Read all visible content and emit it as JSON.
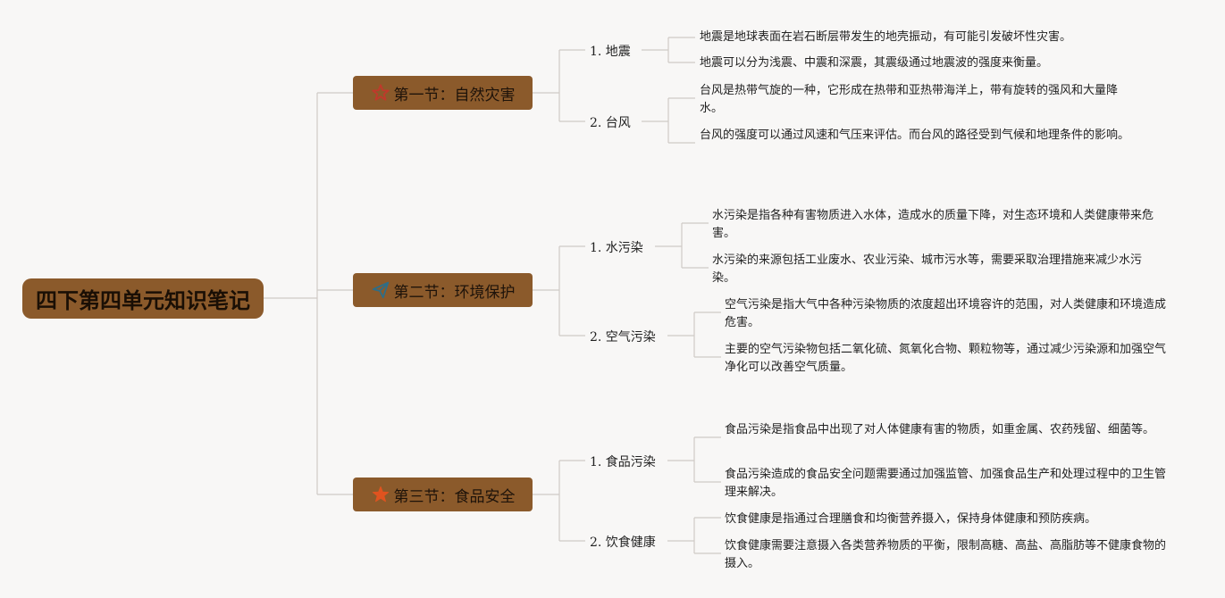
{
  "root": {
    "title": "四下第四单元知识笔记"
  },
  "sections": [
    {
      "title": "第一节：自然灾害",
      "icon": "star-outline-icon",
      "topics": [
        {
          "label": "1. 地震",
          "notes": [
            "地震是地球表面在岩石断层带发生的地壳振动，有可能引发破坏性灾害。",
            "地震可以分为浅震、中震和深震，其震级通过地震波的强度来衡量。"
          ]
        },
        {
          "label": "2. 台风",
          "notes": [
            "台风是热带气旋的一种，它形成在热带和亚热带海洋上，带有旋转的强风和大量降水。",
            "台风的强度可以通过风速和气压来评估。而台风的路径受到气候和地理条件的影响。"
          ]
        }
      ]
    },
    {
      "title": "第二节：环境保护",
      "icon": "paper-plane-icon",
      "topics": [
        {
          "label": "1. 水污染",
          "notes": [
            "水污染是指各种有害物质进入水体，造成水的质量下降，对生态环境和人类健康带来危害。",
            "水污染的来源包括工业废水、农业污染、城市污水等，需要采取治理措施来减少水污染。"
          ]
        },
        {
          "label": "2. 空气污染",
          "notes": [
            "空气污染是指大气中各种污染物质的浓度超出环境容许的范围，对人类健康和环境造成危害。",
            "主要的空气污染物包括二氧化硫、氮氧化合物、颗粒物等，通过减少污染源和加强空气净化可以改善空气质量。"
          ]
        }
      ]
    },
    {
      "title": "第三节：食品安全",
      "icon": "star-filled-icon",
      "topics": [
        {
          "label": "1. 食品污染",
          "notes": [
            "食品污染是指食品中出现了对人体健康有害的物质，如重金属、农药残留、细菌等。",
            "食品污染造成的食品安全问题需要通过加强监管、加强食品生产和处理过程中的卫生管理来解决。"
          ]
        },
        {
          "label": "2. 饮食健康",
          "notes": [
            "饮食健康是指通过合理膳食和均衡营养摄入，保持身体健康和预防疾病。",
            "饮食健康需要注意摄入各类营养物质的平衡，限制高糖、高盐、高脂肪等不健康食物的摄入。"
          ]
        }
      ]
    }
  ],
  "colors": {
    "box": "#8b5a2b",
    "line": "#cfcac6",
    "icon_red": "#c0392b",
    "icon_blue": "#2e6e88",
    "icon_orange": "#e0531f"
  }
}
